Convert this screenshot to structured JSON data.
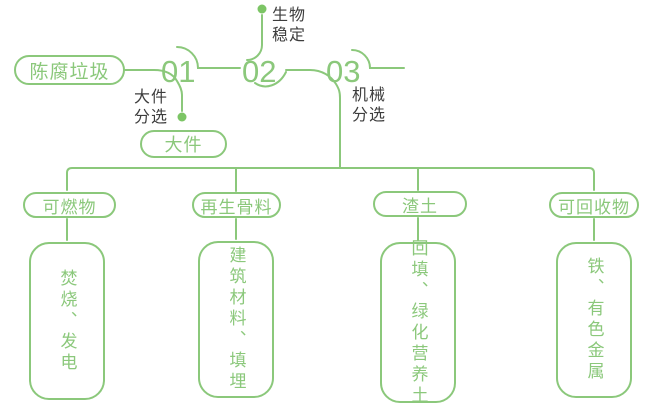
{
  "colors": {
    "green": "#8BC87B",
    "dot": "#7CC565",
    "label": "#3D3D3D",
    "bg": "#FFFFFF"
  },
  "flow": {
    "source_label": "陈腐垃圾",
    "bulky_label": "大件",
    "steps": [
      {
        "num": "01",
        "label_lines": [
          "大件",
          "分选"
        ]
      },
      {
        "num": "02",
        "label_lines": [
          "生物",
          "稳定"
        ]
      },
      {
        "num": "03",
        "label_lines": [
          "机械",
          "分选"
        ]
      }
    ]
  },
  "branches": [
    {
      "category": "可燃物",
      "output": "焚烧、发电"
    },
    {
      "category": "再生骨料",
      "output": "建筑材料、填埋"
    },
    {
      "category": "渣土",
      "output": "回填、绿化营养土"
    },
    {
      "category": "可回收物",
      "output": "铁、有色金属"
    }
  ]
}
